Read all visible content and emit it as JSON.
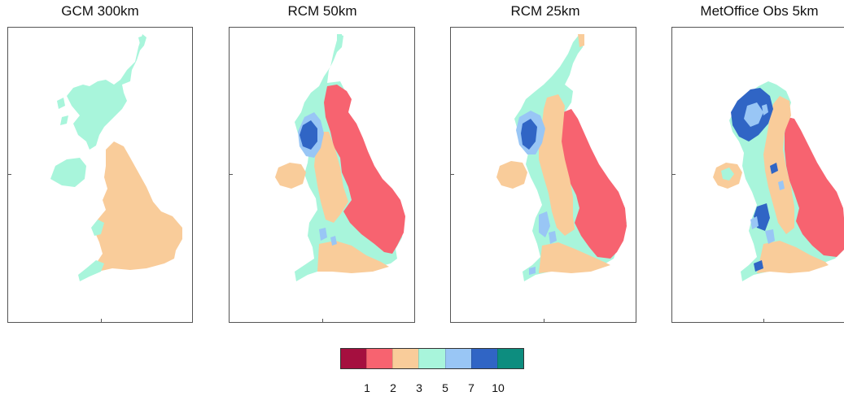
{
  "panels": [
    {
      "title": "GCM 300km"
    },
    {
      "title": "RCM 50km"
    },
    {
      "title": "RCM 25km"
    },
    {
      "title": "MetOffice Obs 5km"
    }
  ],
  "colorbar": {
    "colors": [
      "#a50f3f",
      "#f76370",
      "#f9cc9a",
      "#a8f5db",
      "#99c6f5",
      "#3065c5",
      "#0d8d7f"
    ],
    "labels": [
      "1",
      "2",
      "3",
      "5",
      "7",
      "10"
    ]
  }
}
